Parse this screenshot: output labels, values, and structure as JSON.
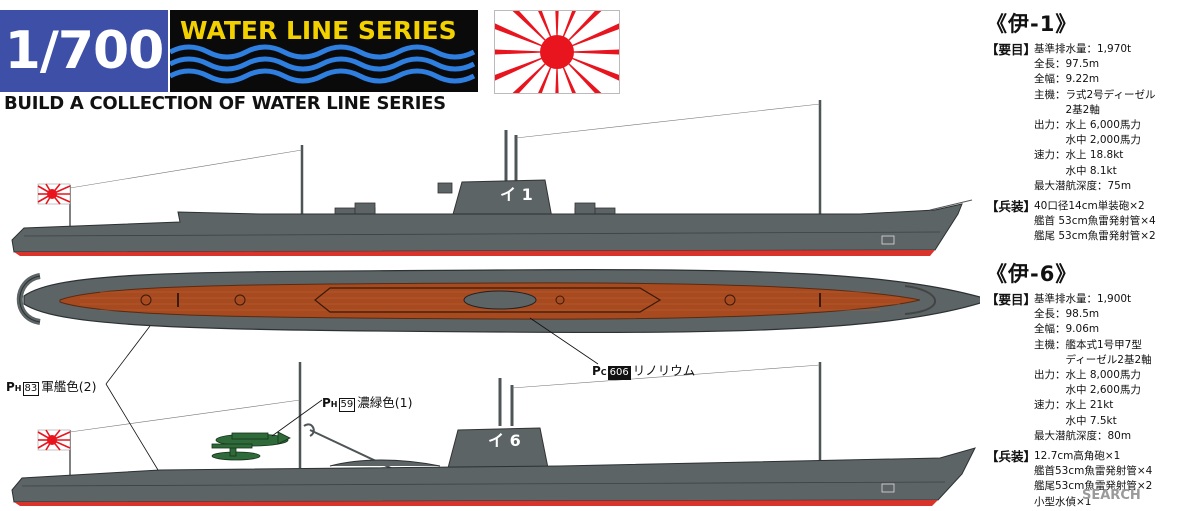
{
  "header": {
    "scale": "1/700",
    "series_title": "WATER LINE SERIES",
    "subtitle": "BUILD A COLLECTION OF WATER LINE SERIES"
  },
  "colors": {
    "hull": "#5c6466",
    "deck": "#a84a20",
    "waterline_red": "#d9342b",
    "flag_red": "#e8141e",
    "banner_blue": "#3d4fa6",
    "banner_yellow": "#f3d100",
    "plane_green": "#2f6b3a"
  },
  "ships": [
    {
      "title": "《伊-1》",
      "spec_heading": "【要目】",
      "specs": [
        "基準排水量：1,970t",
        "全長：97.5m",
        "全幅：9.22m",
        "主機：ラ式2号ディーゼル",
        "　　　2基2軸",
        "出力：水上 6,000馬力",
        "　　　水中 2,000馬力",
        "速力：水上 18.8kt",
        "　　　水中 8.1kt",
        "最大潜航深度：75m"
      ],
      "armament_heading": "【兵装】",
      "armament": [
        "40口径14cm単装砲×2",
        "艦首 53cm魚雷発射管×4",
        "艦尾 53cm魚雷発射管×2"
      ],
      "hull_number": "イ 1"
    },
    {
      "title": "《伊-6》",
      "spec_heading": "【要目】",
      "specs": [
        "基準排水量：1,900t",
        "全長：98.5m",
        "全幅：9.06m",
        "主機：艦本式1号甲7型",
        "　　　ディーゼル2基2軸",
        "出力：水上 8,000馬力",
        "　　　水中 2,600馬力",
        "速力：水上 21kt",
        "　　　水中 7.5kt",
        "最大潜航深度：80m"
      ],
      "armament_heading": "【兵装】",
      "armament": [
        "12.7cm高角砲×1",
        "艦首53cm魚雷発射管×4",
        "艦尾53cm魚雷発射管×2",
        "小型水偵×1"
      ],
      "hull_number": "イ 6"
    }
  ],
  "callouts": {
    "linoleum": {
      "prefix": "P",
      "sub": "C",
      "code": "606",
      "label": "リノリウム"
    },
    "warship_color": {
      "prefix": "P",
      "sub": "H",
      "code": "83",
      "label": "軍艦色(2)"
    },
    "dark_green": {
      "prefix": "P",
      "sub": "H",
      "code": "59",
      "label": "濃緑色(1)"
    }
  },
  "watermark": "SEARCH"
}
